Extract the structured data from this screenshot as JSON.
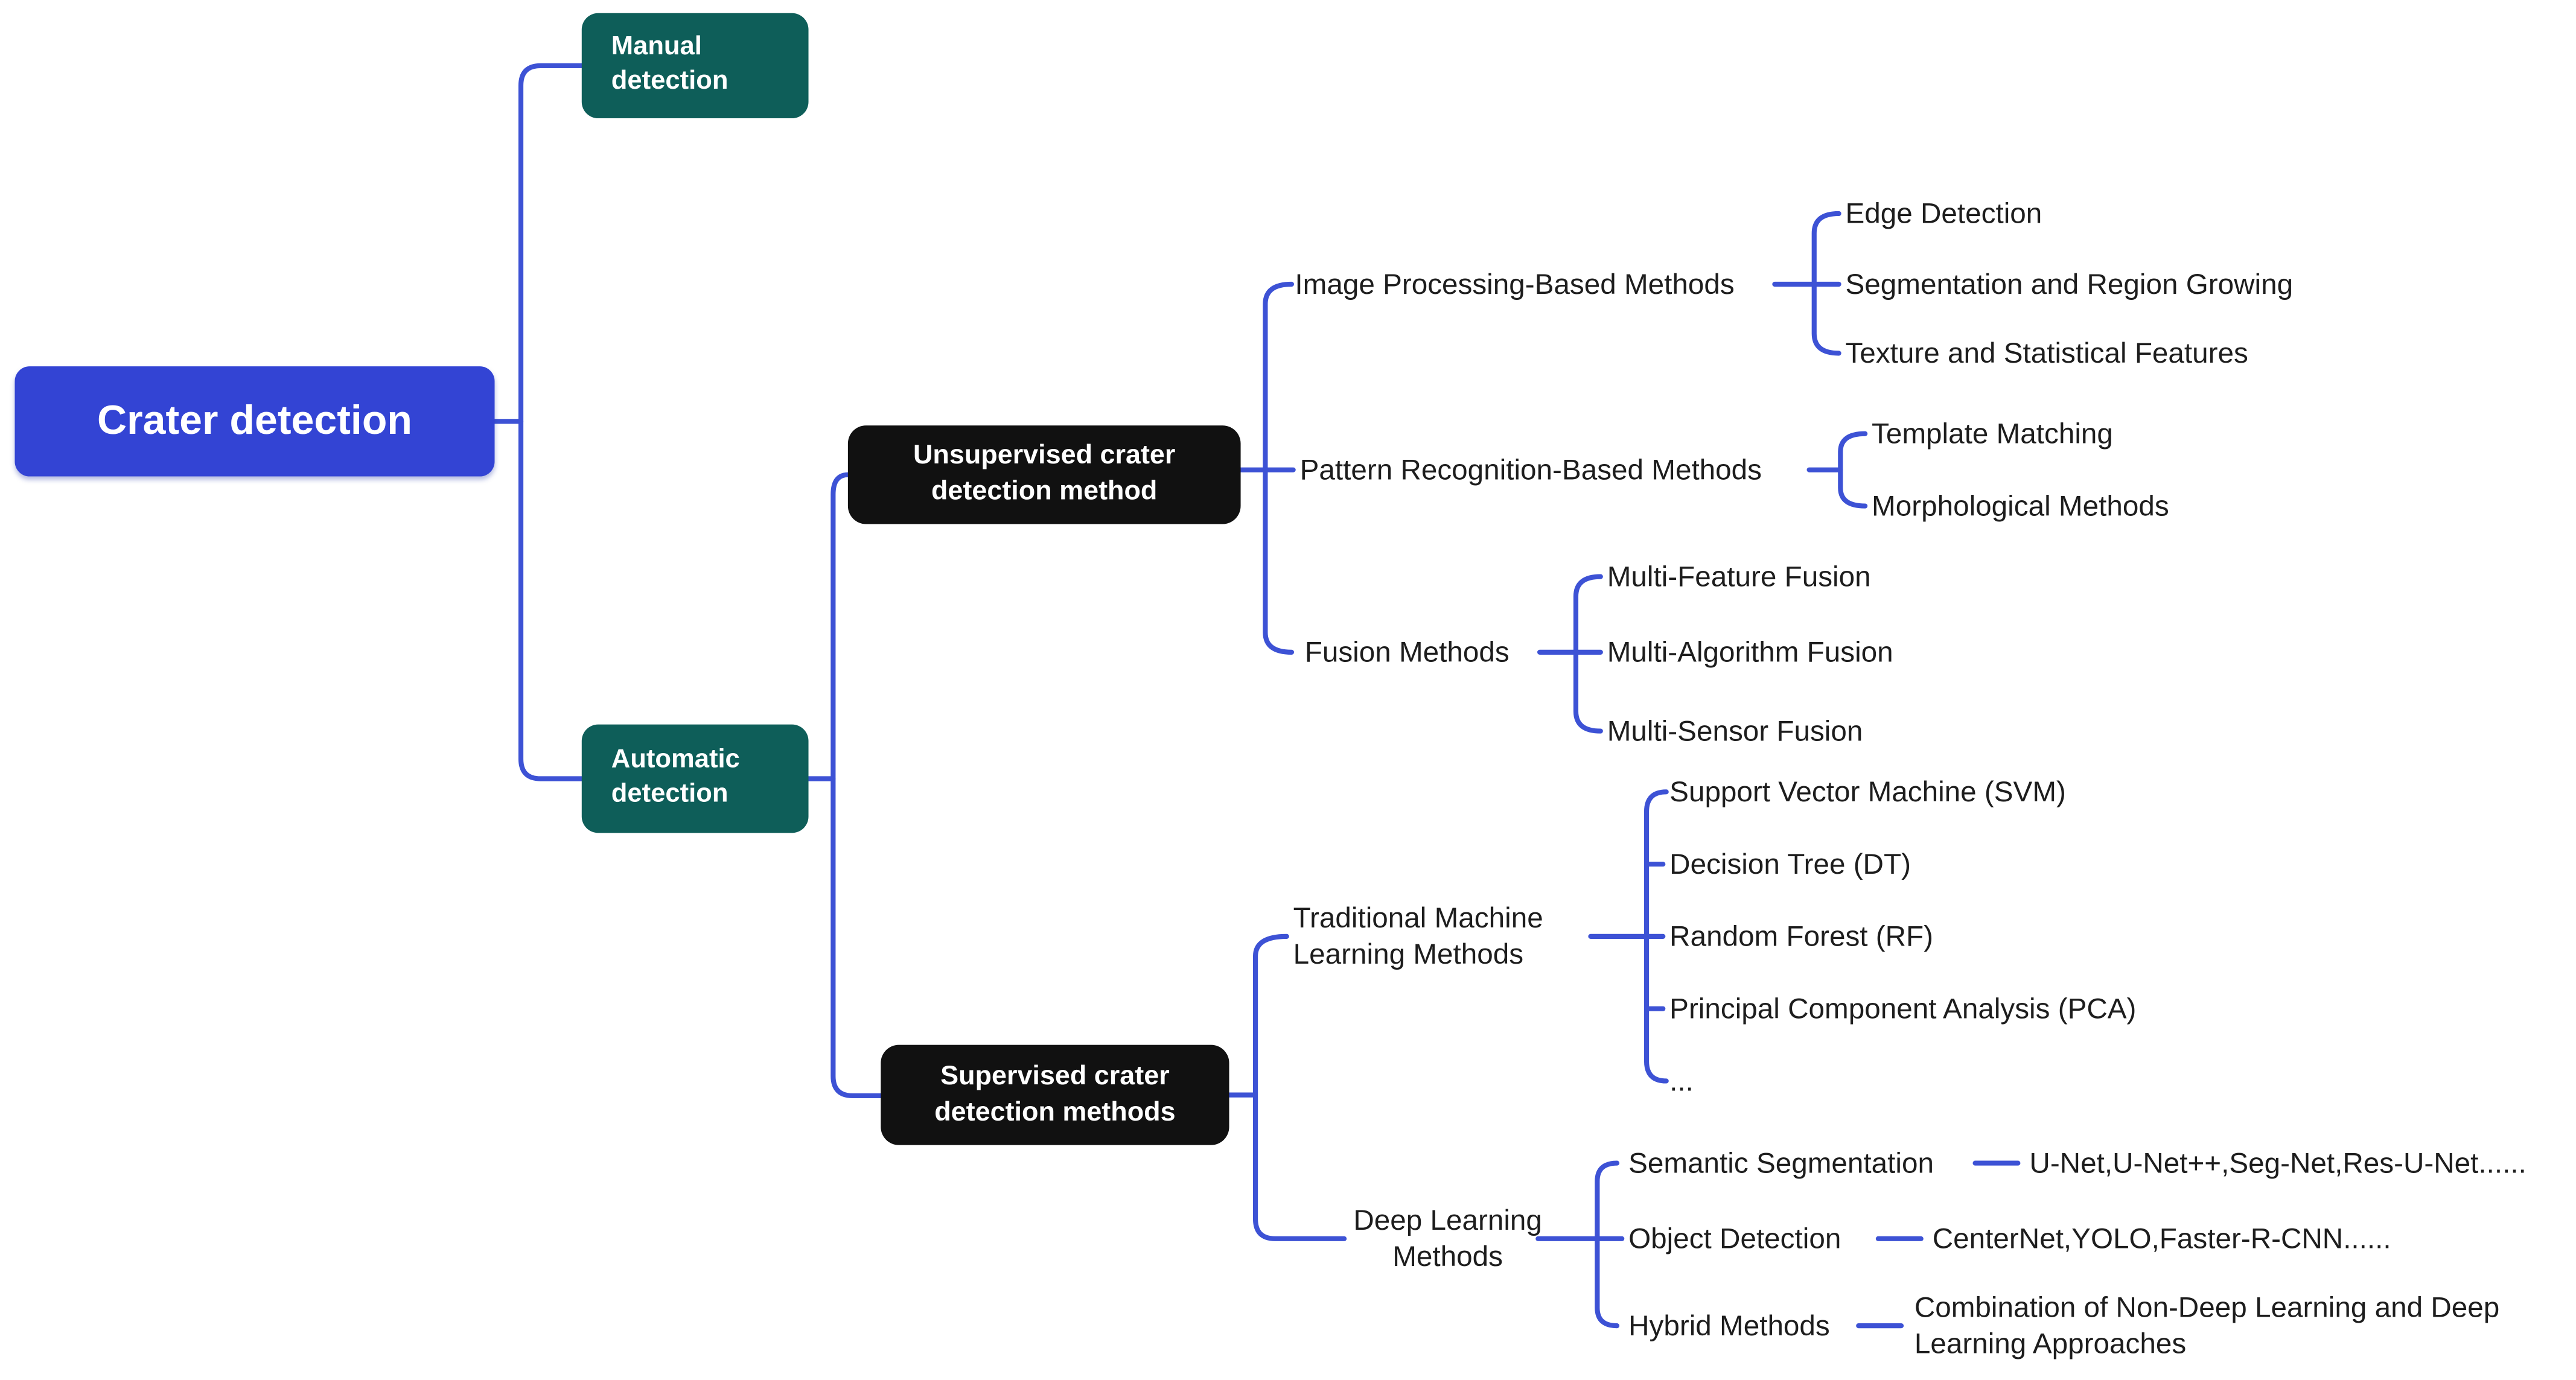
{
  "root": {
    "label": "Crater detection"
  },
  "branches": [
    {
      "label": "Manual detection"
    },
    {
      "label": "Automatic detection",
      "children": [
        {
          "label": "Unsupervised crater detection method",
          "children": [
            {
              "label": "Image Processing-Based Methods",
              "children": [
                {
                  "label": "Edge Detection"
                },
                {
                  "label": "Segmentation and Region Growing"
                },
                {
                  "label": "Texture and Statistical Features"
                }
              ]
            },
            {
              "label": "Pattern Recognition-Based Methods",
              "children": [
                {
                  "label": "Template Matching"
                },
                {
                  "label": "Morphological Methods"
                }
              ]
            },
            {
              "label": "Fusion Methods",
              "children": [
                {
                  "label": "Multi-Feature Fusion"
                },
                {
                  "label": "Multi-Algorithm Fusion"
                },
                {
                  "label": "Multi-Sensor Fusion"
                }
              ]
            }
          ]
        },
        {
          "label": "Supervised crater detection methods",
          "children": [
            {
              "label": "Traditional Machine Learning Methods",
              "children": [
                {
                  "label": "Support Vector Machine (SVM)"
                },
                {
                  "label": "Decision Tree (DT)"
                },
                {
                  "label": "Random Forest (RF)"
                },
                {
                  "label": "Principal Component Analysis (PCA)"
                },
                {
                  "label": "..."
                }
              ]
            },
            {
              "label": "Deep Learning Methods",
              "children": [
                {
                  "label": "Semantic Segmentation",
                  "detail": "U-Net,U-Net++,Seg-Net,Res-U-Net......"
                },
                {
                  "label": "Object Detection",
                  "detail": "CenterNet,YOLO,Faster-R-CNN......"
                },
                {
                  "label": "Hybrid Methods",
                  "detail": "Combination of Non-Deep Learning and Deep Learning Approaches"
                }
              ]
            }
          ]
        }
      ]
    }
  ],
  "colors": {
    "root_bg": "#3344d4",
    "category_bg": "#0e5e59",
    "method_bg": "#111111",
    "line": "#3d52d5",
    "text": "#1d1d1d",
    "background": "#ffffff"
  }
}
